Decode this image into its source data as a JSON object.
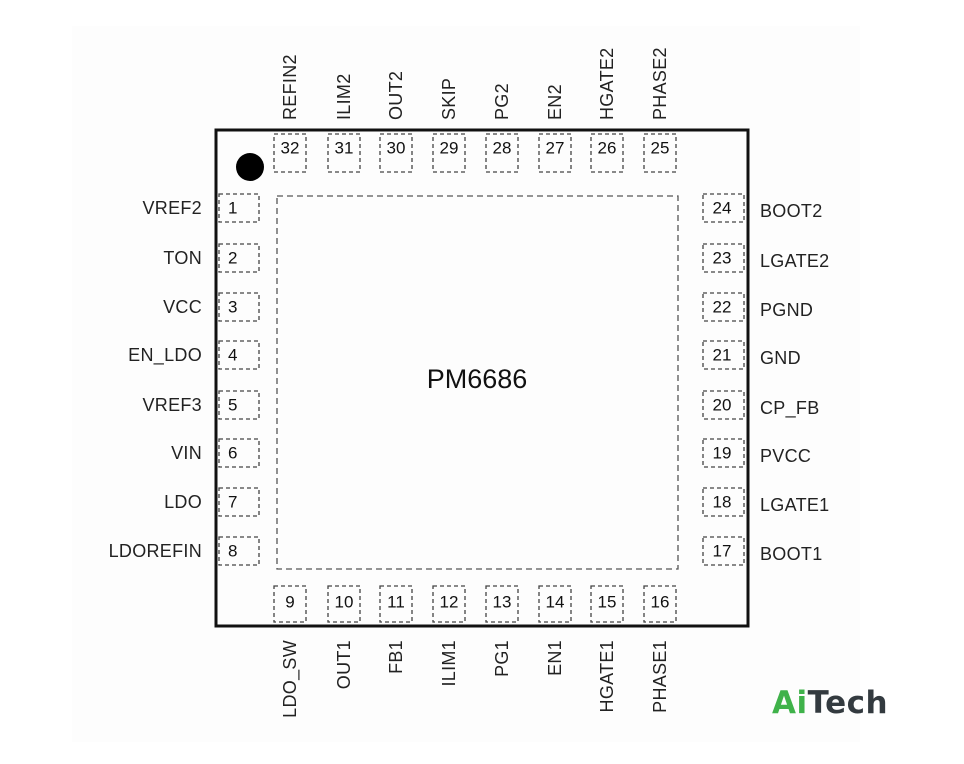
{
  "part_number": "PM6686",
  "logo": {
    "part1": "Ai",
    "part2": "Tech",
    "color_green": "#3fb24a",
    "color_dark": "#333a3f"
  },
  "colors": {
    "outline": "#111111",
    "dashed": "#555555"
  },
  "pins": {
    "left": [
      {
        "num": "1",
        "name": "VREF2"
      },
      {
        "num": "2",
        "name": "TON"
      },
      {
        "num": "3",
        "name": "VCC"
      },
      {
        "num": "4",
        "name": "EN_LDO"
      },
      {
        "num": "5",
        "name": "VREF3"
      },
      {
        "num": "6",
        "name": "VIN"
      },
      {
        "num": "7",
        "name": "LDO"
      },
      {
        "num": "8",
        "name": "LDOREFIN"
      }
    ],
    "bottom": [
      {
        "num": "9",
        "name": "LDO_SW"
      },
      {
        "num": "10",
        "name": "OUT1"
      },
      {
        "num": "11",
        "name": "FB1"
      },
      {
        "num": "12",
        "name": "ILIM1"
      },
      {
        "num": "13",
        "name": "PG1"
      },
      {
        "num": "14",
        "name": "EN1"
      },
      {
        "num": "15",
        "name": "HGATE1"
      },
      {
        "num": "16",
        "name": "PHASE1"
      }
    ],
    "right": [
      {
        "num": "17",
        "name": "BOOT1"
      },
      {
        "num": "18",
        "name": "LGATE1"
      },
      {
        "num": "19",
        "name": "PVCC"
      },
      {
        "num": "20",
        "name": "CP_FB"
      },
      {
        "num": "21",
        "name": "GND"
      },
      {
        "num": "22",
        "name": "PGND"
      },
      {
        "num": "23",
        "name": "LGATE2"
      },
      {
        "num": "24",
        "name": "BOOT2"
      }
    ],
    "top": [
      {
        "num": "25",
        "name": "PHASE2"
      },
      {
        "num": "26",
        "name": "HGATE2"
      },
      {
        "num": "27",
        "name": "EN2"
      },
      {
        "num": "28",
        "name": "PG2"
      },
      {
        "num": "29",
        "name": "SKIP"
      },
      {
        "num": "30",
        "name": "OUT2"
      },
      {
        "num": "31",
        "name": "ILIM2"
      },
      {
        "num": "32",
        "name": "REFIN2"
      }
    ]
  }
}
